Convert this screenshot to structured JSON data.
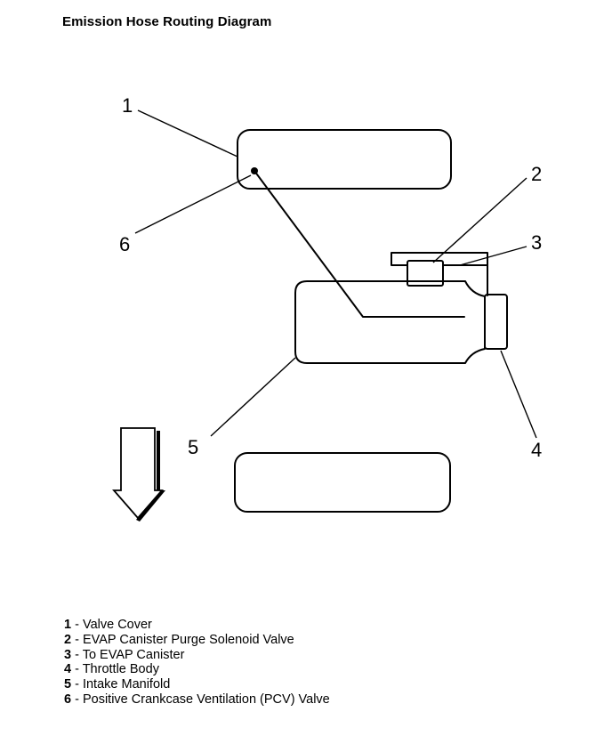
{
  "title": "Emission Hose Routing Diagram",
  "callouts": [
    "1",
    "2",
    "3",
    "4",
    "5",
    "6"
  ],
  "legend": [
    {
      "number": "1",
      "sep": " - ",
      "label": "Valve Cover"
    },
    {
      "number": "2",
      "sep": " - ",
      "label": "EVAP Canister Purge Solenoid Valve"
    },
    {
      "number": "3",
      "sep": " - ",
      "label": "To EVAP Canister"
    },
    {
      "number": "4",
      "sep": " - ",
      "label": "Throttle Body"
    },
    {
      "number": "5",
      "sep": " - ",
      "label": "Intake Manifold"
    },
    {
      "number": "6",
      "sep": " - ",
      "label": "Positive Crankcase Ventilation (PCV) Valve"
    }
  ],
  "colors": {
    "line": "#000000",
    "background": "#ffffff"
  },
  "icons": {
    "direction_arrow": "down-arrow-icon"
  }
}
